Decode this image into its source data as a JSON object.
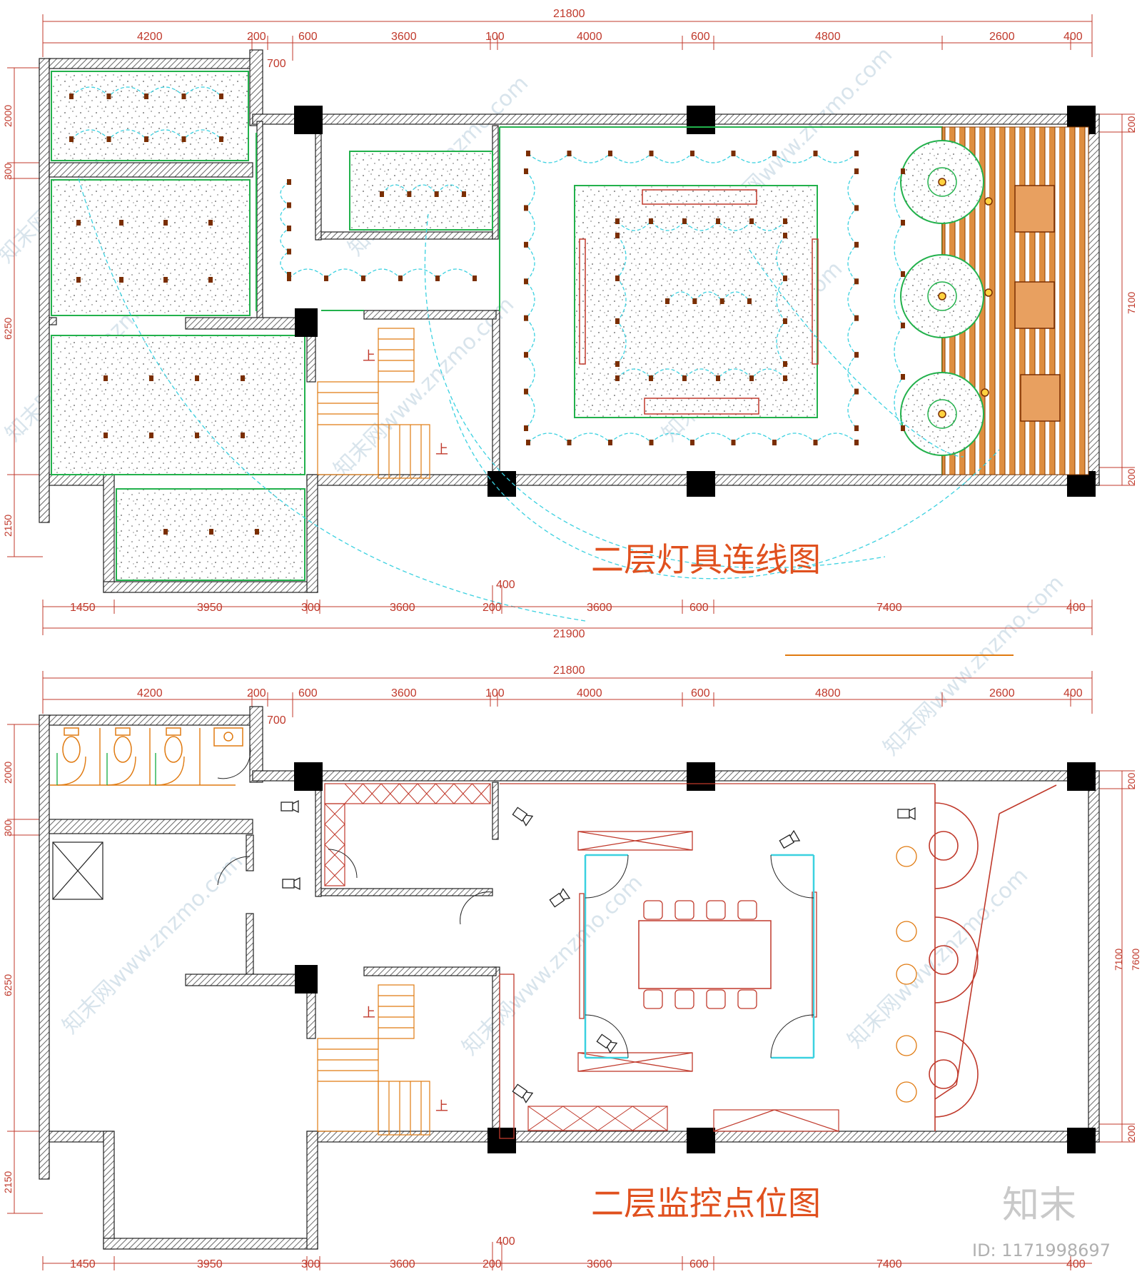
{
  "plans": [
    {
      "title": "二层灯具连线图",
      "overall_top": "21800",
      "top_dims": [
        "4200",
        "200",
        "600",
        "3600",
        "100",
        "4000",
        "600",
        "4800",
        "2600",
        "400"
      ],
      "sub_dim": "700",
      "left_dims": [
        "2000",
        "300",
        "6250",
        "2150"
      ],
      "right_dims": [
        "200",
        "7100",
        "200"
      ],
      "bottom_dims": [
        "1450",
        "3950",
        "300",
        "3600",
        "200",
        "3600",
        "600",
        "7400",
        "400"
      ],
      "bottom_extra": "400",
      "overall_bottom": "21900",
      "stair_labels": [
        "上",
        "上"
      ]
    },
    {
      "title": "二层监控点位图",
      "overall_top": "21800",
      "top_dims": [
        "4200",
        "200",
        "600",
        "3600",
        "100",
        "4000",
        "600",
        "4800",
        "2600",
        "400"
      ],
      "sub_dim": "700",
      "left_dims": [
        "2000",
        "300",
        "6250",
        "2150"
      ],
      "right_dims": [
        "200",
        "7100",
        "200"
      ],
      "right_outer": "7600",
      "bottom_dims": [
        "1450",
        "3950",
        "300",
        "3600",
        "200",
        "3600",
        "600",
        "7400",
        "400"
      ],
      "bottom_extra": "400",
      "stair_labels": [
        "上",
        "上"
      ]
    }
  ],
  "watermark": "知末网www.znzmo.com",
  "brand": "知末",
  "image_id": "ID: 1171998697",
  "colors": {
    "wall": "#222222",
    "column": "#000000",
    "green": "#22b14c",
    "cyan": "#3bd1e0",
    "orange": "#e07a10",
    "red": "#c0392b",
    "title": "#e0501e"
  }
}
